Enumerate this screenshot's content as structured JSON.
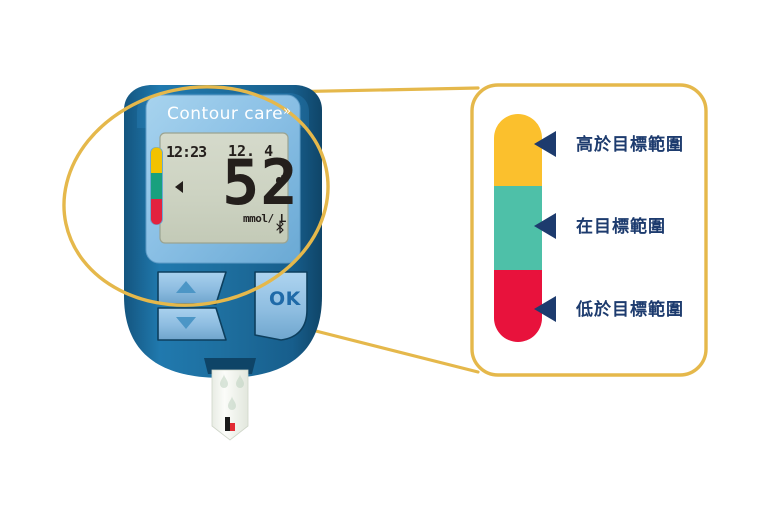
{
  "scene": {
    "background": "#ffffff",
    "callout_color": "#e5b84b"
  },
  "meter": {
    "brand_name": "Contour care",
    "brand_mark": "»",
    "body_color": "#1d6ea3",
    "bezel_color": "#16557f",
    "faceplate_color": "#8ec4e8",
    "display": {
      "lcd_background": "#cfd4c4",
      "time": "12:23",
      "date": "12. 4",
      "value": "52",
      "units": "mmol/ L",
      "apple_icon": "apple-icon",
      "bluetooth_icon": "bluetooth-icon",
      "indicator_pointer": "left-triangle-pointer",
      "range_bar": {
        "high_color": "#f2c200",
        "in_color": "#18a07e",
        "low_color": "#e2223f",
        "active_segment": "in"
      }
    },
    "buttons": {
      "up_label": "up-arrow-button",
      "down_label": "down-arrow-button",
      "ok_label": "OK"
    },
    "test_strip": {
      "name": "test-strip",
      "body_color": "#f4f6f1",
      "tip_colors": [
        "#1a1a1a",
        "#e22a33"
      ]
    }
  },
  "callout_panel": {
    "border_color": "#e5b84b",
    "background": "#ffffff",
    "bar": {
      "segments": [
        {
          "key": "high",
          "color": "#fbc02d"
        },
        {
          "key": "in",
          "color": "#4ec0a8"
        },
        {
          "key": "low",
          "color": "#e8123c"
        }
      ]
    },
    "arrow_color": "#1d3b6e",
    "labels": {
      "high": "高於目標範圍",
      "in": "在目標範圍",
      "low": "低於目標範圍"
    }
  }
}
